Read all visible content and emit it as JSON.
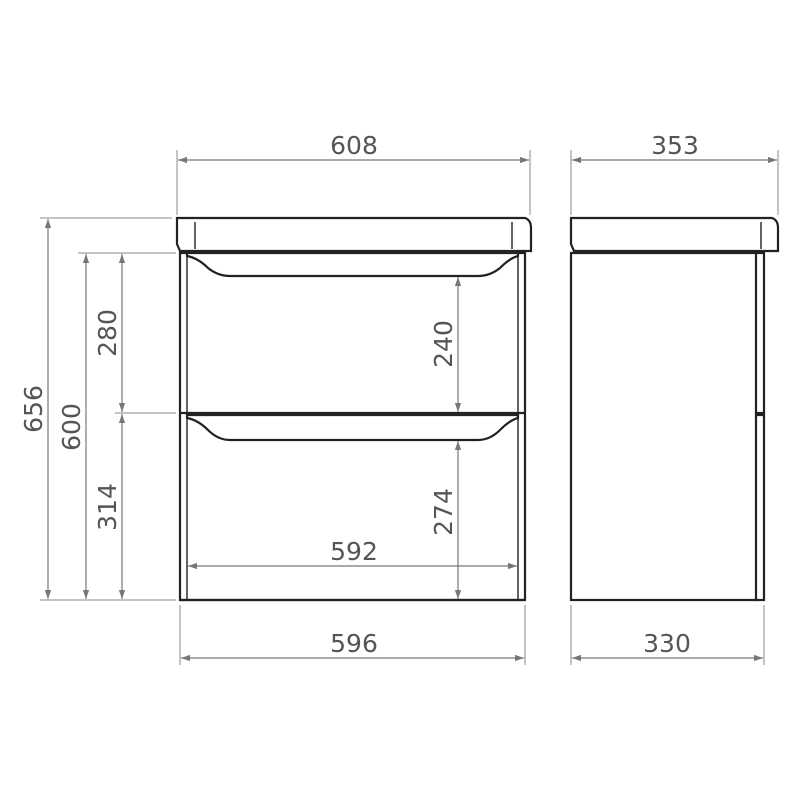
{
  "colors": {
    "outline": "#222222",
    "dimension": "#777777",
    "label": "#555555"
  },
  "dimensions": {
    "top_width_front": "608",
    "top_depth_side": "353",
    "overall_height": "656",
    "body_height": "600",
    "upper_drawer_front": "280",
    "lower_drawer_front": "314",
    "upper_drawer_inner": "240",
    "lower_drawer_inner": "274",
    "inner_width": "592",
    "body_width": "596",
    "body_depth": "330"
  }
}
